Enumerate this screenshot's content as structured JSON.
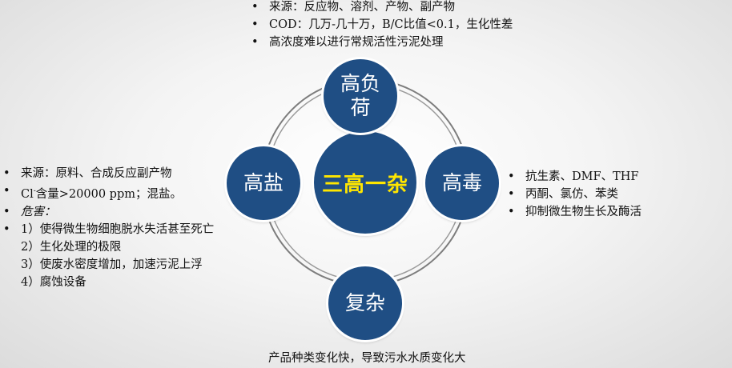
{
  "nodes": {
    "center": "三高一杂",
    "top": "高负荷",
    "left": "高盐",
    "right": "高毒",
    "bottom": "复杂"
  },
  "colors": {
    "node_fill": "#1f4e84",
    "center_text": "#ffe600",
    "ring": "#7d7d7d"
  },
  "top_notes": [
    "来源：反应物、溶剂、产物、副产物",
    "COD：几万-几十万，B/C比值<0.1，生化性差",
    "高浓度难以进行常规活性污泥处理"
  ],
  "left_notes": {
    "source": "来源：原料、合成反应副产物",
    "chloride_prefix": "Cl",
    "chloride_sup": "-",
    "chloride_rest": "含量>20000 ppm；混盐。",
    "harm_title": "危害：",
    "harms": [
      "1）使得微生物细胞脱水失活甚至死亡",
      "2）生化处理的极限",
      "3）使废水密度增加，加速污泥上浮",
      "4）腐蚀设备"
    ]
  },
  "right_notes": [
    "抗生素、DMF、THF",
    "丙酮、氯仿、苯类",
    "抑制微生物生长及酶活"
  ],
  "bottom_note": "产品种类变化快，导致污水水质变化大"
}
